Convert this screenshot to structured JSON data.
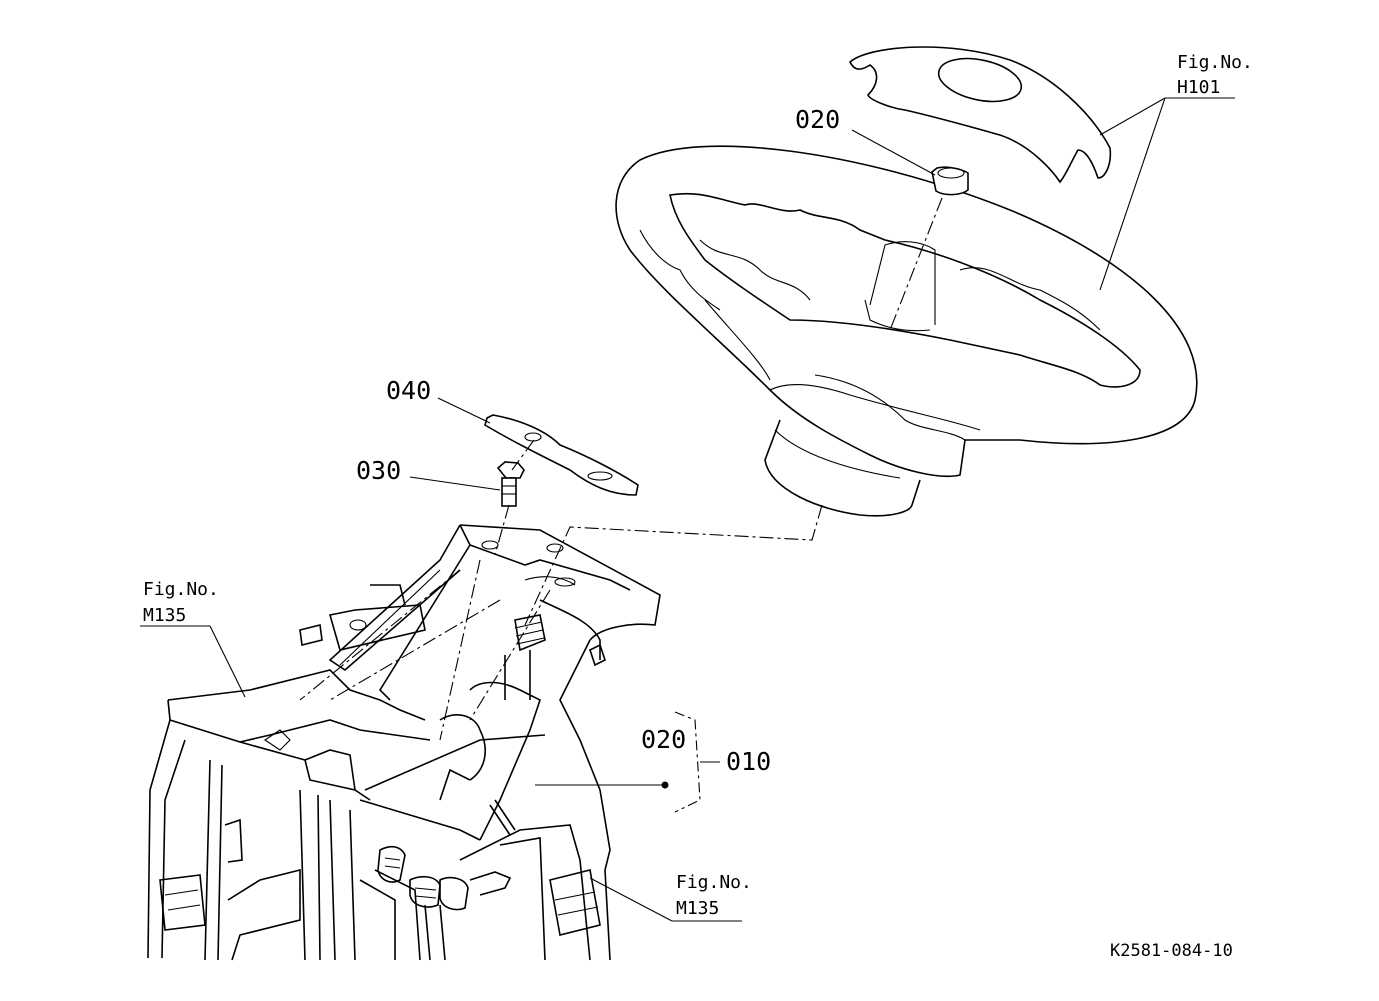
{
  "callouts": {
    "c020_top": "020",
    "c040": "040",
    "c030": "030",
    "c020_bottom": "020",
    "c010": "010"
  },
  "fig_refs": {
    "h101": {
      "line1": "Fig.No.",
      "line2": "H101"
    },
    "m135_left": {
      "line1": "Fig.No.",
      "line2": "M135"
    },
    "m135_right": {
      "line1": "Fig.No.",
      "line2": "M135"
    }
  },
  "drawing_code": "K2581-084-10"
}
